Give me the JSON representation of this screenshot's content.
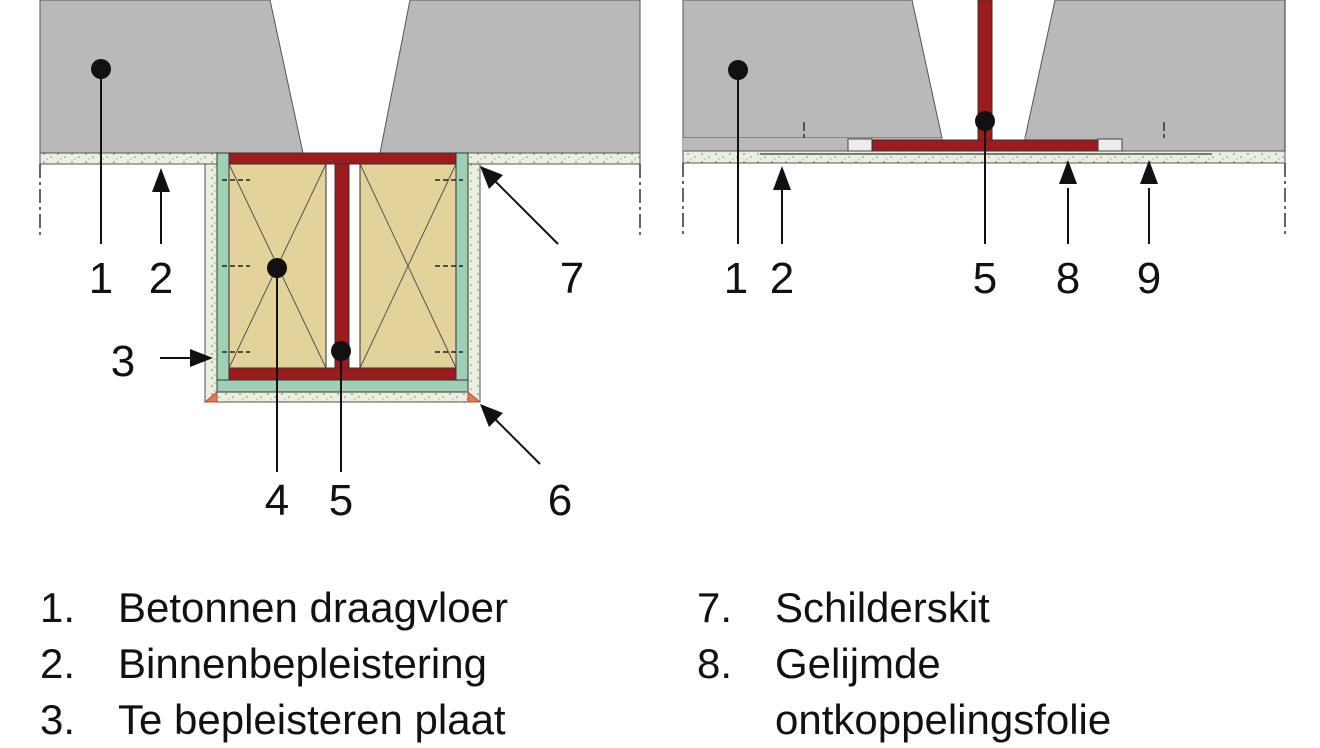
{
  "diagram": {
    "left_callouts": {
      "n1": "1",
      "n2": "2",
      "n3": "3",
      "n4": "4",
      "n5": "5",
      "n6": "6",
      "n7": "7"
    },
    "right_callouts": {
      "n1": "1",
      "n2": "2",
      "n5": "5",
      "n8": "8",
      "n9": "9"
    },
    "colors": {
      "concrete": "#b9b9b9",
      "plaster": "#e9f0df",
      "steel": "#9e1b1d",
      "board": "#9fd0b5",
      "filling": "#e3d29a"
    }
  },
  "legend": {
    "left": [
      {
        "num": "1.",
        "text": "Betonnen draagvloer"
      },
      {
        "num": "2.",
        "text": "Binnenbepleistering"
      },
      {
        "num": "3.",
        "text": "Te bepleisteren plaat"
      }
    ],
    "right": [
      {
        "num": "7.",
        "text": "Schilderskit"
      },
      {
        "num": "8.",
        "text": "Gelijmde"
      },
      {
        "num": "",
        "text": "ontkoppelingsfolie"
      }
    ]
  }
}
